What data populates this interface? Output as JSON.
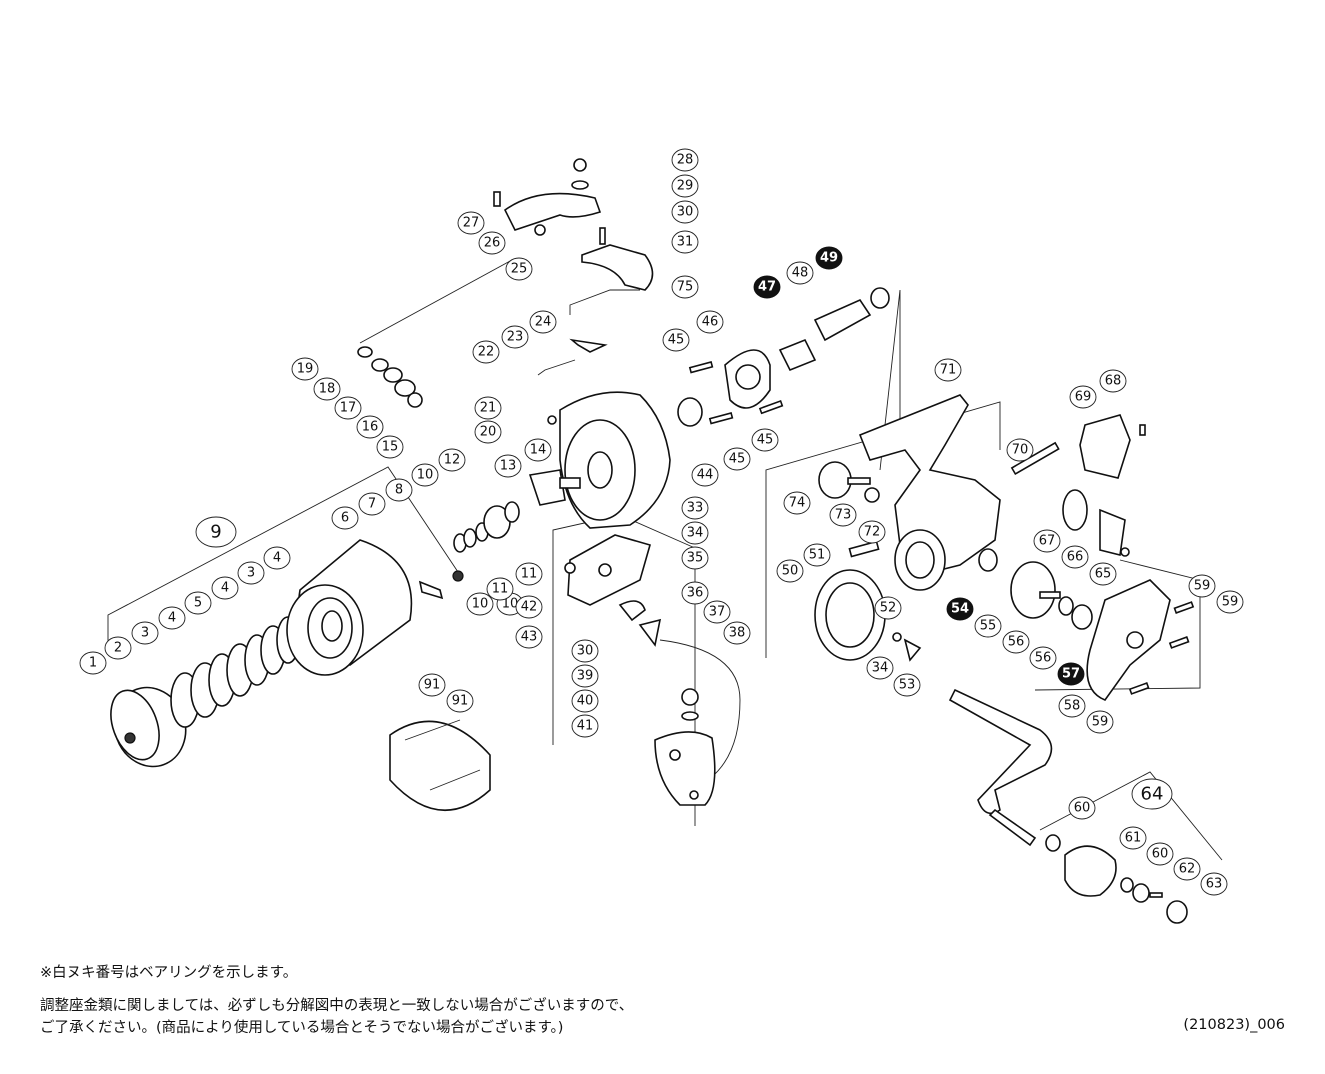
{
  "labels": [
    {
      "n": "1"
    },
    {
      "n": "2"
    },
    {
      "n": "3"
    },
    {
      "n": "4"
    },
    {
      "n": "5"
    },
    {
      "n": "4"
    },
    {
      "n": "3"
    },
    {
      "n": "4"
    },
    {
      "n": "6"
    },
    {
      "n": "7"
    },
    {
      "n": "8"
    },
    {
      "n": "10"
    },
    {
      "n": "12"
    },
    {
      "n": "10"
    },
    {
      "n": "10"
    },
    {
      "n": "11"
    },
    {
      "n": "11"
    },
    {
      "n": "13"
    },
    {
      "n": "14"
    },
    {
      "n": "15"
    },
    {
      "n": "16"
    },
    {
      "n": "17"
    },
    {
      "n": "18"
    },
    {
      "n": "19"
    },
    {
      "n": "20"
    },
    {
      "n": "21"
    },
    {
      "n": "22"
    },
    {
      "n": "23"
    },
    {
      "n": "24"
    },
    {
      "n": "25"
    },
    {
      "n": "26"
    },
    {
      "n": "27"
    },
    {
      "n": "28"
    },
    {
      "n": "29"
    },
    {
      "n": "30"
    },
    {
      "n": "31"
    },
    {
      "n": "75"
    },
    {
      "n": "33"
    },
    {
      "n": "34"
    },
    {
      "n": "35"
    },
    {
      "n": "36"
    },
    {
      "n": "37"
    },
    {
      "n": "38"
    },
    {
      "n": "30"
    },
    {
      "n": "39"
    },
    {
      "n": "40"
    },
    {
      "n": "41"
    },
    {
      "n": "42"
    },
    {
      "n": "43"
    },
    {
      "n": "44"
    },
    {
      "n": "45"
    },
    {
      "n": "45"
    },
    {
      "n": "45"
    },
    {
      "n": "46"
    },
    {
      "n": "47",
      "dark": true
    },
    {
      "n": "48"
    },
    {
      "n": "49",
      "dark": true
    },
    {
      "n": "71"
    },
    {
      "n": "70"
    },
    {
      "n": "69"
    },
    {
      "n": "68"
    },
    {
      "n": "74"
    },
    {
      "n": "73"
    },
    {
      "n": "72"
    },
    {
      "n": "51"
    },
    {
      "n": "50"
    },
    {
      "n": "52"
    },
    {
      "n": "34"
    },
    {
      "n": "53"
    },
    {
      "n": "54",
      "dark": true
    },
    {
      "n": "55"
    },
    {
      "n": "56"
    },
    {
      "n": "56"
    },
    {
      "n": "57",
      "dark": true
    },
    {
      "n": "58"
    },
    {
      "n": "59"
    },
    {
      "n": "59"
    },
    {
      "n": "59"
    },
    {
      "n": "67"
    },
    {
      "n": "66"
    },
    {
      "n": "65"
    },
    {
      "n": "60"
    },
    {
      "n": "61"
    },
    {
      "n": "60"
    },
    {
      "n": "62"
    },
    {
      "n": "63"
    },
    {
      "n": "91"
    },
    {
      "n": "91"
    }
  ],
  "group_labels": [
    {
      "n": "9"
    },
    {
      "n": "64"
    }
  ],
  "notes": {
    "line1": "※白ヌキ番号はベアリングを示します。",
    "line2": "調整座金類に関しましては、必ずしも分解図中の表現と一致しない場合がございますので、",
    "line3": "ご了承ください。(商品により使用している場合とそうでない場合がございます。)"
  },
  "diagram_code": "(210823)_006"
}
